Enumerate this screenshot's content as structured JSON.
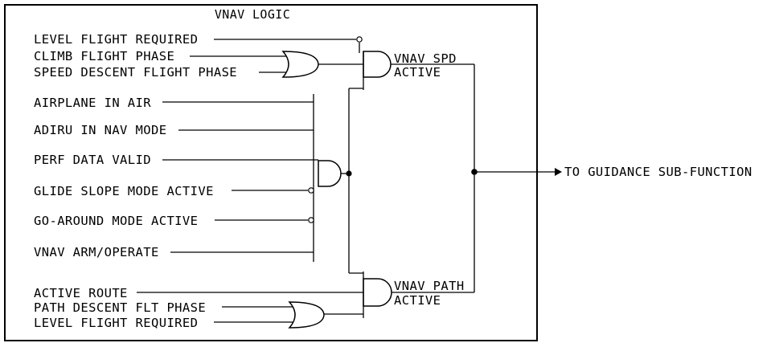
{
  "diagram": {
    "title": "VNAV LOGIC",
    "output_label": "TO GUIDANCE SUB-FUNCTION",
    "spd_group": {
      "inputs": [
        "LEVEL FLIGHT REQUIRED",
        "CLIMB FLIGHT PHASE",
        "SPEED DESCENT FLIGHT PHASE"
      ],
      "output_line1": "VNAV SPD",
      "output_line2": "ACTIVE"
    },
    "common_inputs": [
      "AIRPLANE IN AIR",
      "ADIRU IN NAV MODE",
      "PERF DATA VALID",
      "GLIDE SLOPE MODE ACTIVE",
      "GO-AROUND MODE ACTIVE",
      "VNAV ARM/OPERATE"
    ],
    "path_group": {
      "inputs": [
        "ACTIVE ROUTE",
        "PATH DESCENT FLT PHASE",
        "LEVEL FLIGHT REQUIRED"
      ],
      "output_line1": "VNAV PATH",
      "output_line2": "ACTIVE"
    }
  }
}
